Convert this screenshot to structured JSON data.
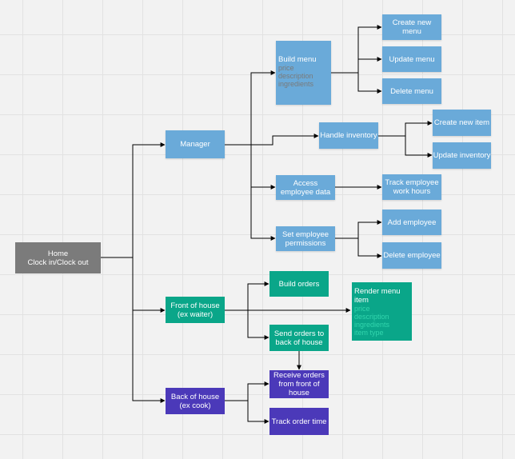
{
  "colors": {
    "manager_branch": "#6aaad9",
    "root": "#7b7b7b",
    "front_of_house_branch": "#0aa689",
    "back_of_house_branch": "#4b39b9",
    "connector": "#000000"
  },
  "nodes": {
    "home": {
      "lines": [
        "Home",
        "Clock in/Clock out"
      ]
    },
    "manager": {
      "lines": [
        "Manager"
      ]
    },
    "build_menu": {
      "title": "Build menu",
      "details": [
        "price",
        "description",
        "ingredients"
      ]
    },
    "create_new_menu": {
      "lines": [
        "Create new",
        "menu"
      ]
    },
    "update_menu": {
      "lines": [
        "Update menu"
      ]
    },
    "delete_menu": {
      "lines": [
        "Delete menu"
      ]
    },
    "handle_inventory": {
      "lines": [
        "Handle inventory"
      ]
    },
    "create_new_item": {
      "lines": [
        "Create new item"
      ]
    },
    "update_inventory": {
      "lines": [
        "Update inventory"
      ]
    },
    "access_employee_data": {
      "lines": [
        "Access",
        "employee data"
      ]
    },
    "track_employee_work_hours": {
      "lines": [
        "Track employee",
        "work hours"
      ]
    },
    "set_employee_permissions": {
      "lines": [
        "Set employee",
        "permissions"
      ]
    },
    "add_employee": {
      "lines": [
        "Add employee"
      ]
    },
    "delete_employee": {
      "lines": [
        "Delete employee"
      ]
    },
    "front_of_house": {
      "lines": [
        "Front of house",
        "(ex waiter)"
      ]
    },
    "build_orders": {
      "lines": [
        "Build orders"
      ]
    },
    "render_menu_item": {
      "title": "Render menu",
      "title2": "item",
      "details": [
        "price",
        "description",
        "ingredients",
        "item type"
      ]
    },
    "send_orders_to_back_of_house": {
      "lines": [
        "Send orders to",
        "back of house"
      ]
    },
    "back_of_house": {
      "lines": [
        "Back of house",
        "(ex cook)"
      ]
    },
    "receive_orders_from_front_of_house": {
      "lines": [
        "Receive orders",
        "from front of",
        "house"
      ]
    },
    "track_order_time": {
      "lines": [
        "Track order time"
      ]
    }
  }
}
